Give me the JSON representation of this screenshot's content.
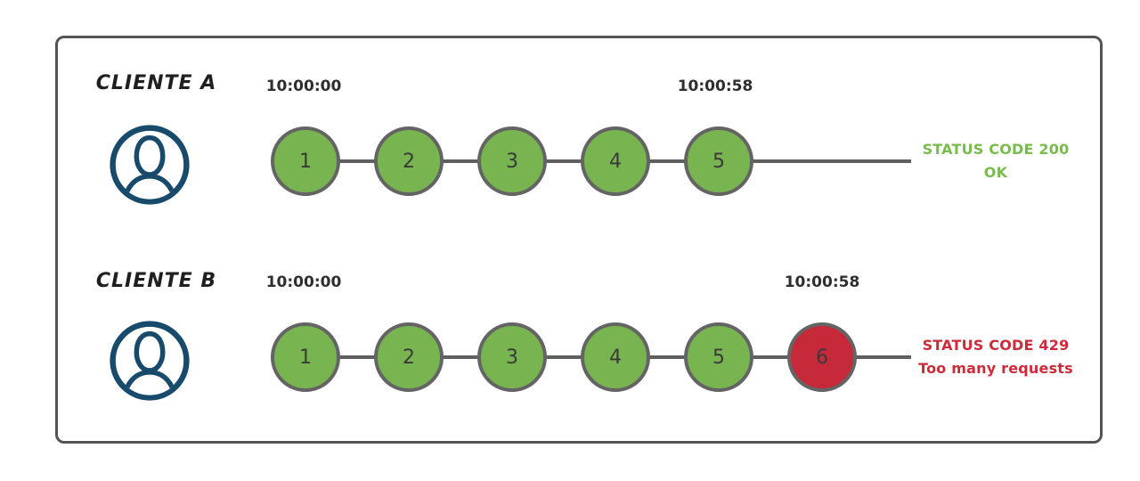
{
  "colors": {
    "node_green": "#78B44F",
    "node_red": "#C5293A",
    "node_border": "#646464",
    "timeline_line": "#5f5f5f",
    "status_green_text": "#79BB4C",
    "status_red_text": "#CD2B39",
    "avatar_navy": "#174A6B",
    "panel_border": "#545454",
    "timestamp_text": "#2e2e2e"
  },
  "rows": [
    {
      "client_label": "CLIENTE A",
      "start_time": "10:00:00",
      "end_time": "10:00:58",
      "requests": [
        {
          "label": "1",
          "state": "ok"
        },
        {
          "label": "2",
          "state": "ok"
        },
        {
          "label": "3",
          "state": "ok"
        },
        {
          "label": "4",
          "state": "ok"
        },
        {
          "label": "5",
          "state": "ok"
        }
      ],
      "status": {
        "line1": "STATUS CODE 200",
        "line2": "OK",
        "tone": "success"
      }
    },
    {
      "client_label": "CLIENTE B",
      "start_time": "10:00:00",
      "end_time": "10:00:58",
      "requests": [
        {
          "label": "1",
          "state": "ok"
        },
        {
          "label": "2",
          "state": "ok"
        },
        {
          "label": "3",
          "state": "ok"
        },
        {
          "label": "4",
          "state": "ok"
        },
        {
          "label": "5",
          "state": "ok"
        },
        {
          "label": "6",
          "state": "blocked"
        }
      ],
      "status": {
        "line1": "STATUS CODE 429",
        "line2": "Too many requests",
        "tone": "error"
      }
    }
  ]
}
